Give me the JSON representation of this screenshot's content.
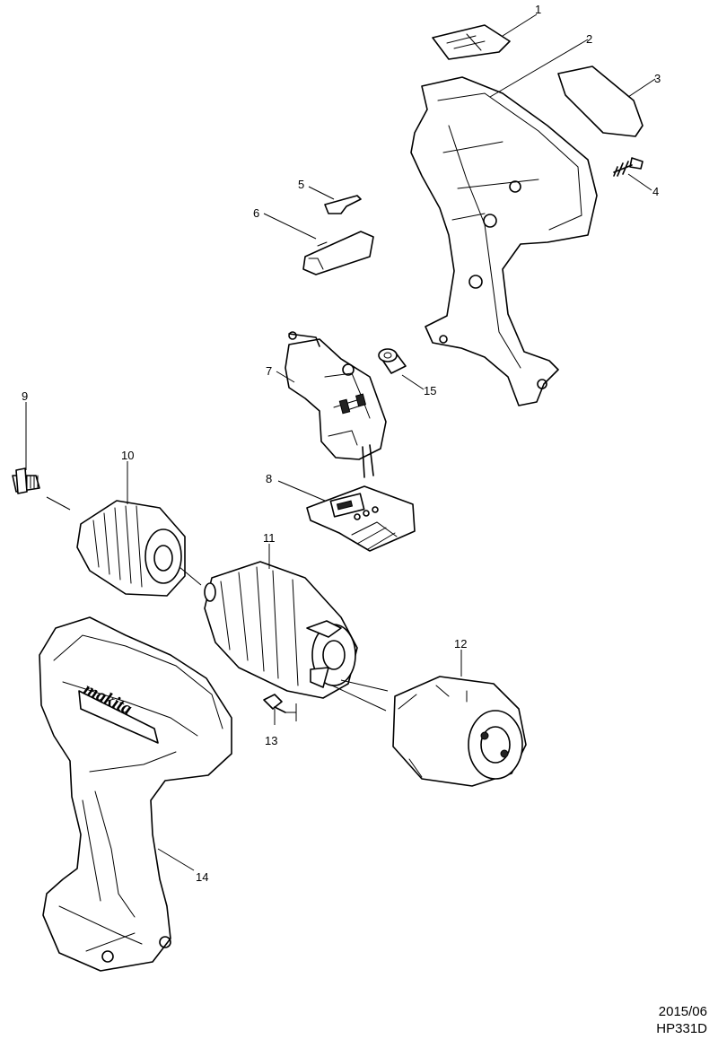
{
  "brand_logo": "makita",
  "footer": {
    "date": "2015/06",
    "model": "HP331D"
  },
  "callouts": {
    "c1": "1",
    "c2": "2",
    "c3": "3",
    "c4": "4",
    "c5": "5",
    "c6": "6",
    "c7": "7",
    "c8": "8",
    "c9": "9",
    "c10": "10",
    "c11": "11",
    "c12": "12",
    "c13": "13",
    "c14": "14",
    "c15": "15"
  }
}
